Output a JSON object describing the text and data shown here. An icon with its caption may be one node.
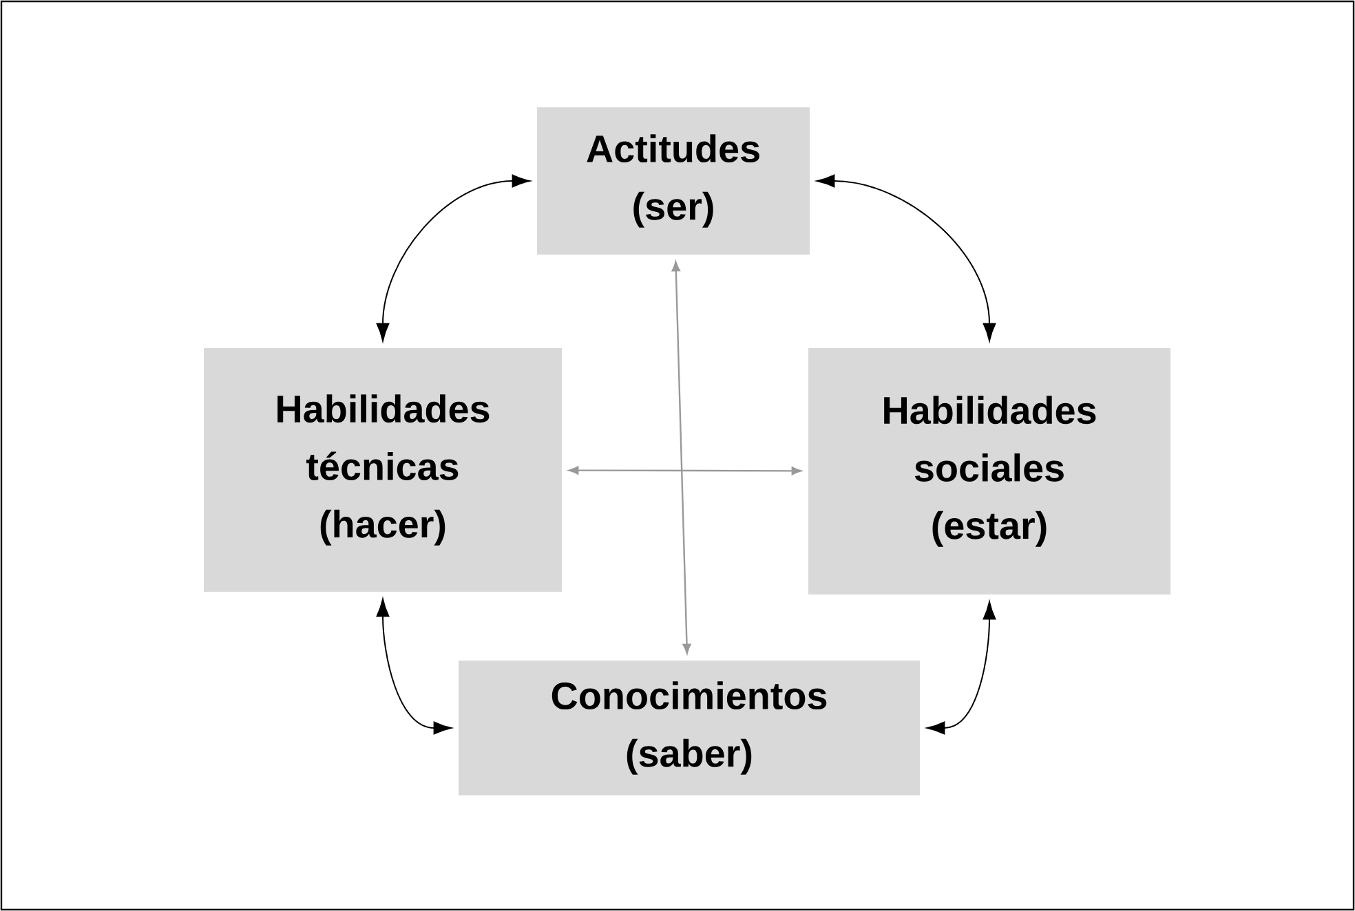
{
  "diagram": {
    "nodes": [
      {
        "text": [
          "Actitudes (ser)"
        ]
      },
      {
        "text": [
          "Habilidades técnicas (hacer)"
        ]
      },
      {
        "text": [
          "Habilidades sociales (estar)"
        ]
      },
      {
        "text": [
          "Conocimientos (saber)"
        ]
      }
    ],
    "edges": [
      {
        "from": 0,
        "to": 1,
        "arrow": "both"
      },
      {
        "from": 0,
        "to": 2,
        "arrow": "both"
      },
      {
        "from": 1,
        "to": 3,
        "arrow": "both"
      },
      {
        "from": 2,
        "to": 3,
        "arrow": "both"
      },
      {
        "from": 0,
        "to": 3,
        "arrow": "both",
        "color": "#999999"
      },
      {
        "from": 1,
        "to": 2,
        "arrow": "both",
        "color": "#999999"
      }
    ]
  }
}
